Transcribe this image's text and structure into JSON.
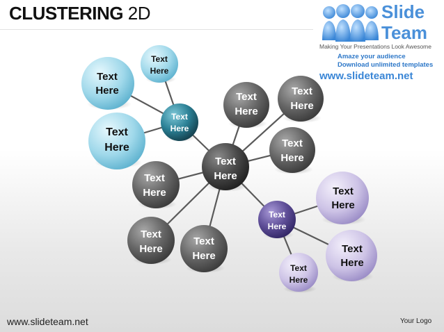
{
  "title": {
    "bold": "CLUSTERING",
    "light": "2D"
  },
  "logo": {
    "brand_line1": "Slide",
    "brand_line2": "Team",
    "tagline": "Making Your Presentations Look Awesome",
    "amaze": "Amaze your audience",
    "download": "Download unlimited templates",
    "url": "www.slideteam.net"
  },
  "footer": {
    "url": "www.slideteam.net",
    "your_logo": "Your Logo"
  },
  "colors": {
    "cyan": "#8fd3e6",
    "teal_dark": "#2b7f93",
    "gray": "#6b6b6b",
    "purple_light": "#c9bfe3",
    "purple_dark": "#5e4f95"
  },
  "nodes": [
    {
      "id": "center",
      "line1": "Text",
      "line2": "Here",
      "color": "dark-gray"
    },
    {
      "id": "teal-hub",
      "line1": "Text",
      "line2": "Here",
      "color": "teal"
    },
    {
      "id": "cyan-top",
      "line1": "Text",
      "line2": "Here",
      "color": "cyan"
    },
    {
      "id": "cyan-left-top",
      "line1": "Text",
      "line2": "Here",
      "color": "cyan"
    },
    {
      "id": "cyan-left-bottom",
      "line1": "Text",
      "line2": "Here",
      "color": "cyan"
    },
    {
      "id": "gray-top-mid",
      "line1": "Text",
      "line2": "Here",
      "color": "gray"
    },
    {
      "id": "gray-top-right",
      "line1": "Text",
      "line2": "Here",
      "color": "gray"
    },
    {
      "id": "gray-right",
      "line1": "Text",
      "line2": "Here",
      "color": "gray"
    },
    {
      "id": "gray-left",
      "line1": "Text",
      "line2": "Here",
      "color": "gray"
    },
    {
      "id": "gray-bottom-left",
      "line1": "Text",
      "line2": "Here",
      "color": "gray"
    },
    {
      "id": "gray-bottom-mid",
      "line1": "Text",
      "line2": "Here",
      "color": "gray"
    },
    {
      "id": "purple-hub",
      "line1": "Text",
      "line2": "Here",
      "color": "purple-dark"
    },
    {
      "id": "purple-top",
      "line1": "Text",
      "line2": "Here",
      "color": "purple"
    },
    {
      "id": "purple-right",
      "line1": "Text",
      "line2": "Here",
      "color": "purple"
    },
    {
      "id": "purple-bottom",
      "line1": "Text",
      "line2": "Here",
      "color": "purple"
    }
  ]
}
